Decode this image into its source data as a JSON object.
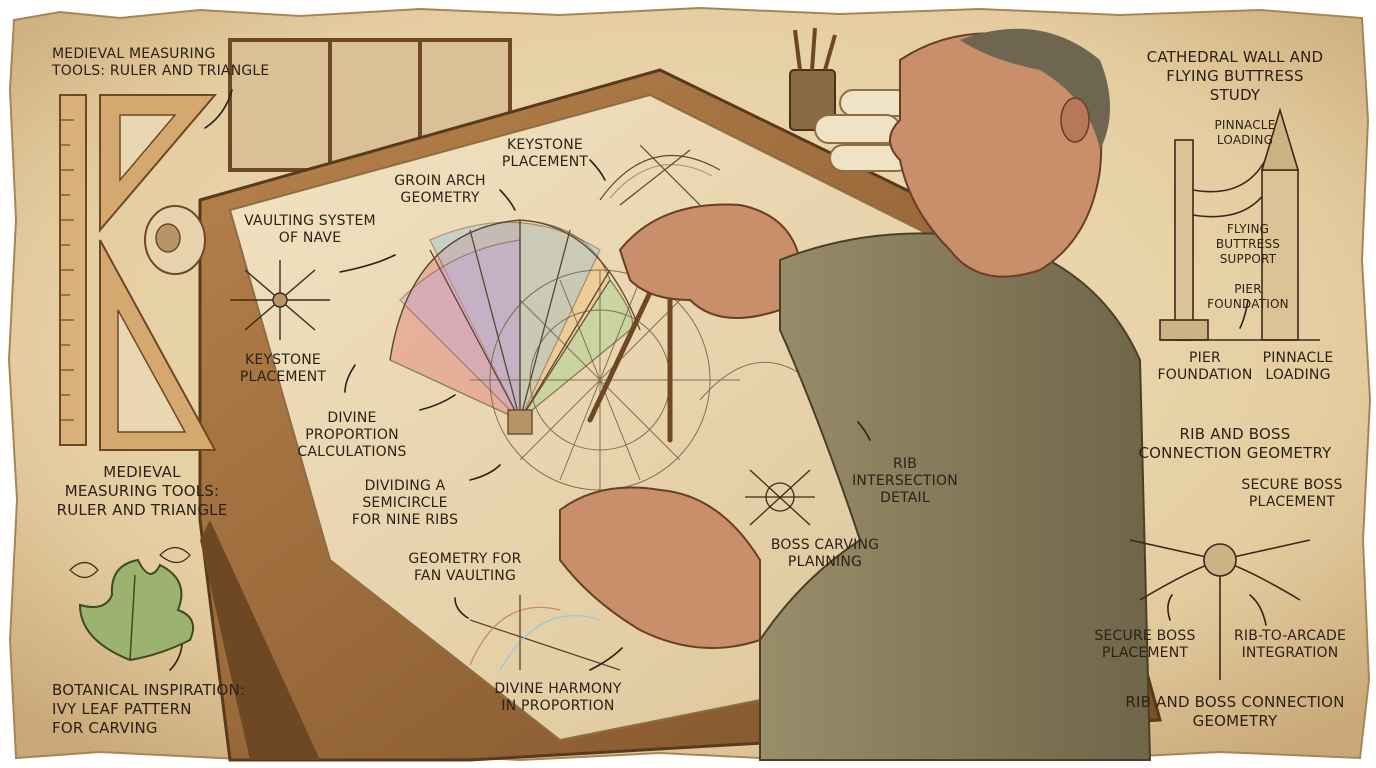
{
  "labels": {
    "tools_top": "MEDIEVAL MEASURING\nTOOLS: RULER AND TRIANGLE",
    "tools_bottom": "MEDIEVAL\nMEASURING TOOLS:\nRULER AND TRIANGLE",
    "vaulting": "VAULTING SYSTEM\nOF NAVE",
    "groin_arch": "GROIN ARCH\nGEOMETRY",
    "keystone_top": "KEYSTONE\nPLACEMENT",
    "keystone_left": "KEYSTONE\nPLACEMENT",
    "divine_proportion": "DIVINE\nPROPORTION\nCALCULATIONS",
    "dividing": "DIVIDING A\nSEMICIRCLE\nFOR NINE RIBS",
    "fan_vaulting": "GEOMETRY FOR\nFAN VAULTING",
    "divine_harmony": "DIVINE HARMONY\nIN PROPORTION",
    "botanical": "BOTANICAL INSPIRATION:\nIVY LEAF PATTERN\nFOR CARVING",
    "rib_intersection": "RIB\nINTERSECTION\nDETAIL",
    "boss_carving": "BOSS CARVING\nPLANNING",
    "cathedral_title": "CATHEDRAL WALL AND\nFLYING BUTTRESS\nSTUDY",
    "pinnacle_top": "PINNACLE\nLOADING",
    "flying_buttress": "FLYING\nBUTTRESS\nSUPPORT",
    "pier_mid": "PIER\nFOUNDATION",
    "pier_bottom": "PIER\nFOUNDATION",
    "pinnacle_bottom": "PINNACLE\nLOADING",
    "rib_boss_title": "RIB AND BOSS\nCONNECTION GEOMETRY",
    "secure_boss_top": "SECURE BOSS\nPLACEMENT",
    "secure_boss_bottom": "SECURE BOSS\nPLACEMENT",
    "rib_arcade": "RIB-TO-ARCADE\nINTEGRATION",
    "rib_boss_bottom": "RIB AND BOSS CONNECTION\nGEOMETRY"
  },
  "palette": {
    "parchment": "#e9d7b2",
    "parchment_dark": "#c9a877",
    "wood": "#9a6b3e",
    "wood_dark": "#6e4824",
    "ink": "#2c2218",
    "skin": "#c98e6a",
    "tunic": "#857a5c",
    "rib_colors": [
      "#e39a8c",
      "#f0c98a",
      "#b9d49a",
      "#9fc7d9",
      "#c7a8d6"
    ]
  },
  "icons": [
    "ruler-icon",
    "set-square-icon",
    "tape-roll-icon",
    "ivy-leaf-icon",
    "compass-icon",
    "pencil-cup-icon",
    "scroll-icon",
    "buttress-icon",
    "boss-icon",
    "star-rib-icon"
  ]
}
